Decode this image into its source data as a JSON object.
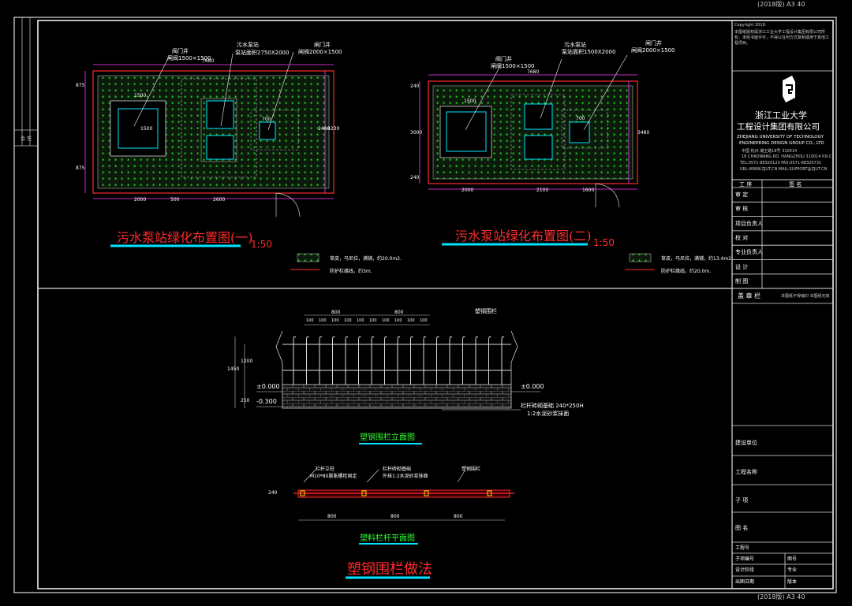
{
  "drawing": {
    "copyright": "Copyright 2018.",
    "top_code": "(2018版) A3 40",
    "bottom_code": "(2018版) A3 40"
  },
  "plan1": {
    "title": "污水泵站绿化布置图(一)",
    "scale": "1:50",
    "labels": {
      "valve_well": "阀门井",
      "valve_size": "闸阀1500×1500",
      "pump": "污水泵站",
      "pump_size": "泵站面积2750X2000",
      "gate_well": "闸门井",
      "gate_size": "闸阀2000×1500"
    },
    "dims": {
      "total_w": "7680",
      "seg1": "2000",
      "seg2": "500",
      "seg3": "2600",
      "h1": "875",
      "h2": "2480",
      "h3": "875",
      "h_total": "4230",
      "inner1": "1500",
      "inner2": "1500",
      "inner3": "700"
    },
    "legend": {
      "item1": "草皮，马尼拉，满铺，约20.0m2.",
      "item2": "防护栏缘线，约3m."
    }
  },
  "plan2": {
    "title": "污水泵站绿化布置图(二)",
    "scale": "1:50",
    "labels": {
      "valve_well": "阀门井",
      "valve_size": "闸阀1500×1500",
      "pump": "污水泵站",
      "pump_size": "泵站面积1500X2000",
      "gate_well": "闸门井",
      "gate_size": "闸阀2000×1500"
    },
    "dims": {
      "total_w": "7680",
      "seg1": "2000",
      "seg2": "2100",
      "seg3": "1600",
      "h1": "240",
      "h2": "3000",
      "h3": "240",
      "h_total": "3480",
      "inner1": "1500",
      "inner2": "700"
    },
    "legend": {
      "item1": "草皮，马尼拉，满铺，约13.4m2.",
      "item2": "防护栏缘线，约20.0m."
    }
  },
  "fence_elev": {
    "title": "塑钢围栏立面图",
    "label_top": "塑钢围栏",
    "dims_top": [
      "800",
      "800"
    ],
    "dims_sub": [
      "100",
      "100",
      "100",
      "100",
      "100",
      "100",
      "100",
      "100",
      "100",
      "100"
    ],
    "level1": "±0.000",
    "level2": "-0.300",
    "level3": "±0.000",
    "h_dims": [
      "1450",
      "1200",
      "250"
    ],
    "base_note1": "栏杆砖砌基础 240*250H",
    "base_note2": "1:2水泥砂浆抹面"
  },
  "fence_plan": {
    "title": "塑料栏杆平面图",
    "note1a": "栏杆立柱",
    "note1b": "M10*80膨胀螺栓固定",
    "note2a": "栏杆砖砌基础",
    "note2b": "外抹1:2水泥砂浆抹面",
    "note3": "塑钢围栏",
    "dims": [
      "800",
      "800",
      "800"
    ],
    "h_dim": "240"
  },
  "main_title": "塑钢围栏做法",
  "title_block": {
    "notice": "本图纸版权属浙江工业大学工程设计集团有限公司所有，未经书面许可，不得以任何方式复制或用于其他工程项目。",
    "company_cn1": "浙江工业大学",
    "company_cn2": "工程设计集团有限公司",
    "company_en1": "ZHEJIANG UNIVERSITY OF TECHNOLOGY",
    "company_en2": "ENGINEERING DESIGN GROUP CO., LTD",
    "address_cn": "中国 杭州 潮王路18号 310014",
    "address_en": "18 CHAOWANG RD. HANGZHOU 310014 P.R.C",
    "tel": "TEL:0571-88320123  FAX:0571-88320731",
    "url": "URL:WWW.ZJUT.CN  MAIL:SUPPORT@ZJUT.CN",
    "head_left": "工 序",
    "head_right": "签 名",
    "rows": [
      "审 定",
      "审 核",
      "项目负责人",
      "校 对",
      "专业负责人",
      "设 计",
      "制 图"
    ],
    "stamp_label": "盖 章 栏",
    "stamp_note": "本图纸不得缩印  本图纸无效",
    "build_unit": "建设单位",
    "project_name": "工程名称",
    "sub_item": "子 项",
    "drawing_name": "图 名",
    "project_no": "工程号",
    "sub_no": "子项编号",
    "design_phase": "设计阶段",
    "date": "出图日期",
    "sheet_no": "图号",
    "specialty": "专业",
    "version": "版本"
  },
  "side_stamp": "会 签"
}
